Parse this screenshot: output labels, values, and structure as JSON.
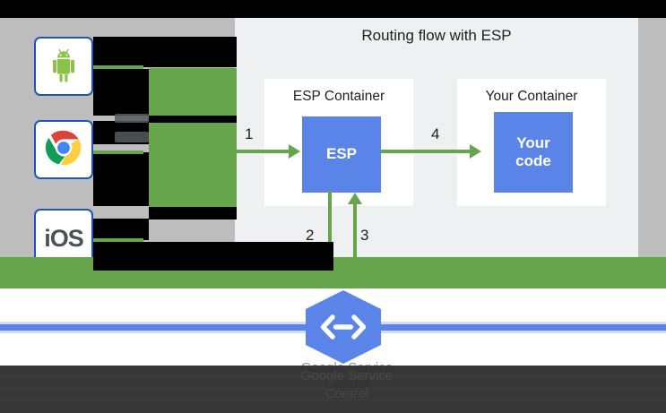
{
  "diagram": {
    "title": "Routing flow with ESP",
    "containers": [
      {
        "id": "esp-container",
        "label": "ESP Container",
        "box_label": "ESP"
      },
      {
        "id": "your-container",
        "label": "Your Container",
        "box_label_line1": "Your",
        "box_label_line2": "code"
      }
    ],
    "steps": [
      {
        "number": "1",
        "direction": "right",
        "from": "clients",
        "to": "ESP"
      },
      {
        "number": "2",
        "direction": "down",
        "from": "ESP",
        "to": "service-control"
      },
      {
        "number": "3",
        "direction": "up",
        "from": "service-control",
        "to": "ESP"
      },
      {
        "number": "4",
        "direction": "right",
        "from": "ESP",
        "to": "Your code"
      }
    ],
    "service_node": {
      "icon": "api-hexagon-icon",
      "glyph": "<->",
      "caption_line1": "Google Service",
      "caption_line2": "Control"
    }
  },
  "clients": {
    "items": [
      {
        "id": "android",
        "icon": "android-icon",
        "label": ""
      },
      {
        "id": "chrome",
        "icon": "chrome-icon",
        "label": ""
      },
      {
        "id": "ios",
        "icon": "ios-icon",
        "label": "iOS"
      }
    ]
  },
  "colors": {
    "accent_blue": "#5b84e8",
    "accent_green": "#67a54d",
    "panel_gray": "#eff0f1",
    "frame_gray": "#bdbdbd",
    "text_dark": "#202124",
    "card_border": "#1f55b5",
    "overlay_dark": "#3c3c3c"
  }
}
